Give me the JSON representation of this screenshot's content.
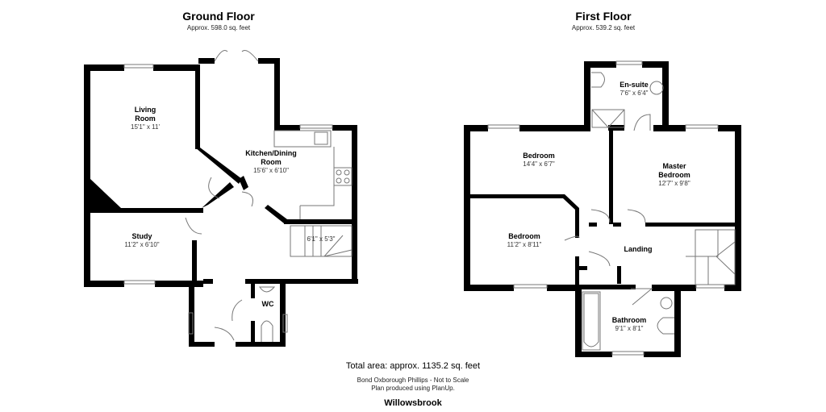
{
  "ground_floor": {
    "title": "Ground Floor",
    "area": "Approx. 598.0 sq. feet",
    "rooms": [
      {
        "name": "Living Room",
        "line1": "Living",
        "line2": "Room",
        "dimensions": "15'1\" x 11'"
      },
      {
        "name": "Kitchen/Dining Room",
        "line1": "Kitchen/Dining",
        "line2": "Room",
        "dimensions": "15'6\" x 6'10\""
      },
      {
        "name": "Study",
        "line1": "Study",
        "dimensions": "11'2\" x 6'10\""
      },
      {
        "name": "Stairs",
        "dimensions": "6'1\" x 5'3\""
      },
      {
        "name": "WC",
        "line1": "WC"
      }
    ]
  },
  "first_floor": {
    "title": "First Floor",
    "area": "Approx. 539.2 sq. feet",
    "rooms": [
      {
        "name": "En-suite",
        "line1": "En-suite",
        "dimensions": "7'6\" x 6'4\""
      },
      {
        "name": "Bedroom",
        "line1": "Bedroom",
        "dimensions": "14'4\" x 6'7\""
      },
      {
        "name": "Master Bedroom",
        "line1": "Master",
        "line2": "Bedroom",
        "dimensions": "12'7\" x 9'8\""
      },
      {
        "name": "Bedroom",
        "line1": "Bedroom",
        "dimensions": "11'2\" x 8'11\""
      },
      {
        "name": "Landing",
        "line1": "Landing"
      },
      {
        "name": "Bathroom",
        "line1": "Bathroom",
        "dimensions": "9'1\" x 8'1\""
      }
    ]
  },
  "footer": {
    "total_area": "Total area: approx. 1135.2 sq. feet",
    "credit_line1": "Bond Oxborough Phillips - Not to Scale",
    "credit_line2": "Plan produced using PlanUp.",
    "property_name": "Willowsbrook"
  },
  "colors": {
    "wall": "#000000",
    "fixture": "#777777",
    "background": "#ffffff"
  }
}
